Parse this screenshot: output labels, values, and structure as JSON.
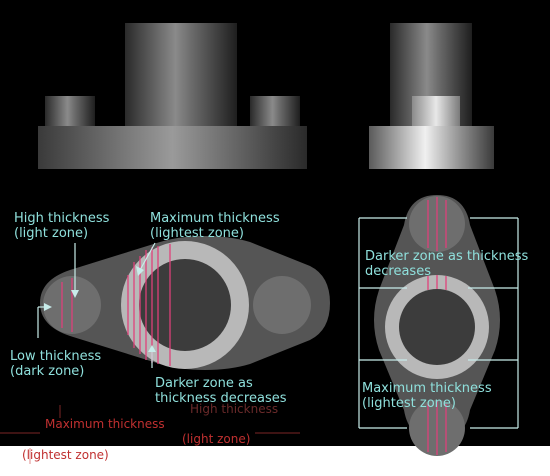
{
  "labels": {
    "high_thickness": "High thickness\n(light zone)",
    "max_thickness_left": "Maximum thickness\n(lightest zone)",
    "low_thickness": "Low thickness\n(dark zone)",
    "darker_zone_left": "Darker zone as\nthickness decreases",
    "darker_zone_right": "Darker zone as thickness\ndecreases",
    "max_thickness_right": "Maximum thickness\n(lightest zone)"
  },
  "ghost_labels": {
    "max_thickness": "Maximum thickness",
    "lightest_zone": "(lightest zone)",
    "high_thickness": "High thickness",
    "light_zone": "(light zone)"
  },
  "colors": {
    "background": "#000000",
    "label_text": "#8fe0dc",
    "leader_line": "#c8ecea",
    "stripe": "#e0407a",
    "ghost_text": "#c03030"
  }
}
